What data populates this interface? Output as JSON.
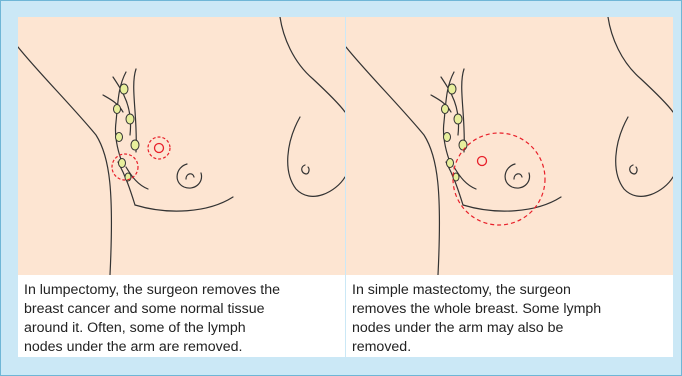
{
  "panels": [
    {
      "procedure": "lumpectomy",
      "caption": "In lumpectomy, the surgeon removes the\nbreast cancer and some normal tissue\naround it. Often, some of the lymph\nnodes under the arm are removed."
    },
    {
      "procedure": "simple mastectomy",
      "caption": "In simple mastectomy, the surgeon\nremoves the whole breast. Some lymph\nnodes under the arm may also be\nremoved."
    }
  ],
  "colors": {
    "background": "#cbe8f6",
    "skin": "#fde5d2",
    "outline": "#333333",
    "highlight": "#e8202a",
    "lymph_node": "#e8ef9c"
  }
}
